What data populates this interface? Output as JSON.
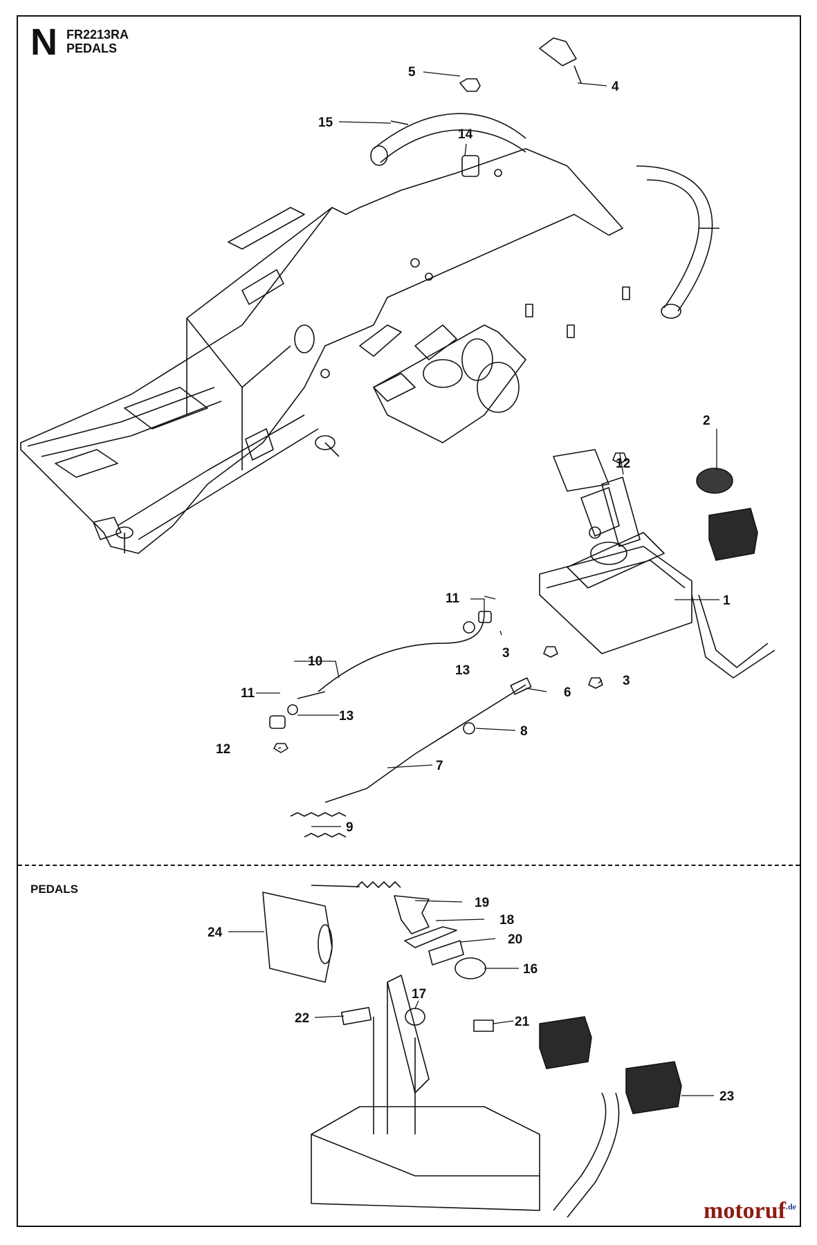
{
  "header": {
    "section_letter": "N",
    "model": "FR2213RA",
    "title": "PEDALS"
  },
  "lower_section": {
    "title": "PEDALS"
  },
  "watermark": {
    "text": "motoruf",
    "suffix": ".de"
  },
  "colors": {
    "ink": "#111111",
    "watermark": "#8f1a12",
    "watermark_suffix": "#1a3a8f",
    "pad": "#2a2a2a"
  },
  "callouts": {
    "c1": "1",
    "c2": "2",
    "c3a": "3",
    "c3b": "3",
    "c4": "4",
    "c5": "5",
    "c6": "6",
    "c7": "7",
    "c8": "8",
    "c9": "9",
    "c10": "10",
    "c11a": "11",
    "c11b": "11",
    "c12a": "12",
    "c12b": "12",
    "c13a": "13",
    "c13b": "13",
    "c14": "14",
    "c15": "15",
    "c16": "16",
    "c17": "17",
    "c18": "18",
    "c19": "19",
    "c20": "20",
    "c21": "21",
    "c22": "22",
    "c23": "23",
    "c24": "24"
  }
}
